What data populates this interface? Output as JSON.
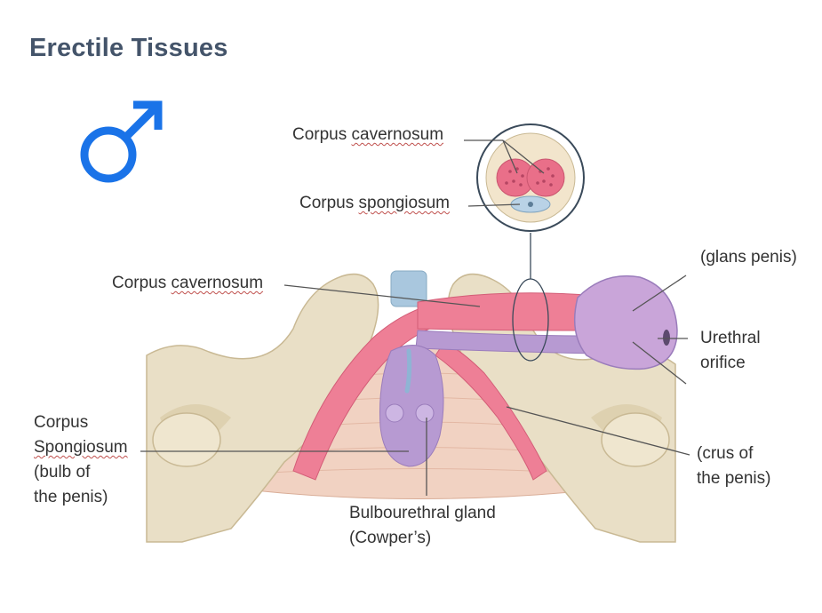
{
  "title": "Erectile Tissues",
  "symbol_icon": "male-symbol-icon",
  "colors": {
    "title": "#44546a",
    "symbol": "#1a73e8",
    "bone": "#e9dfc6",
    "cavernosum": "#ee7f96",
    "spongiosum": "#b79ad2",
    "leader_line": "#555555"
  },
  "labels": {
    "inset_cavernosum": {
      "word1": "Corpus",
      "word2": "cavernosum"
    },
    "inset_spongiosum": {
      "word1": "Corpus",
      "word2": "spongiosum"
    },
    "cavernosum": {
      "word1": "Corpus",
      "word2": "cavernosum"
    },
    "spongiosum_bulb": {
      "line1": "Corpus",
      "line2": "Spongiosum",
      "line3": "(bulb of",
      "line4": "the penis)"
    },
    "glans": {
      "line1": "(glans penis)"
    },
    "urethral_orifice": {
      "line1": "Urethral",
      "line2": "orifice"
    },
    "crus": {
      "line1": "(crus of",
      "line2": "the penis)"
    },
    "bulbourethral": {
      "line1": "Bulbourethral gland",
      "line2": "(Cowper’s)"
    }
  }
}
